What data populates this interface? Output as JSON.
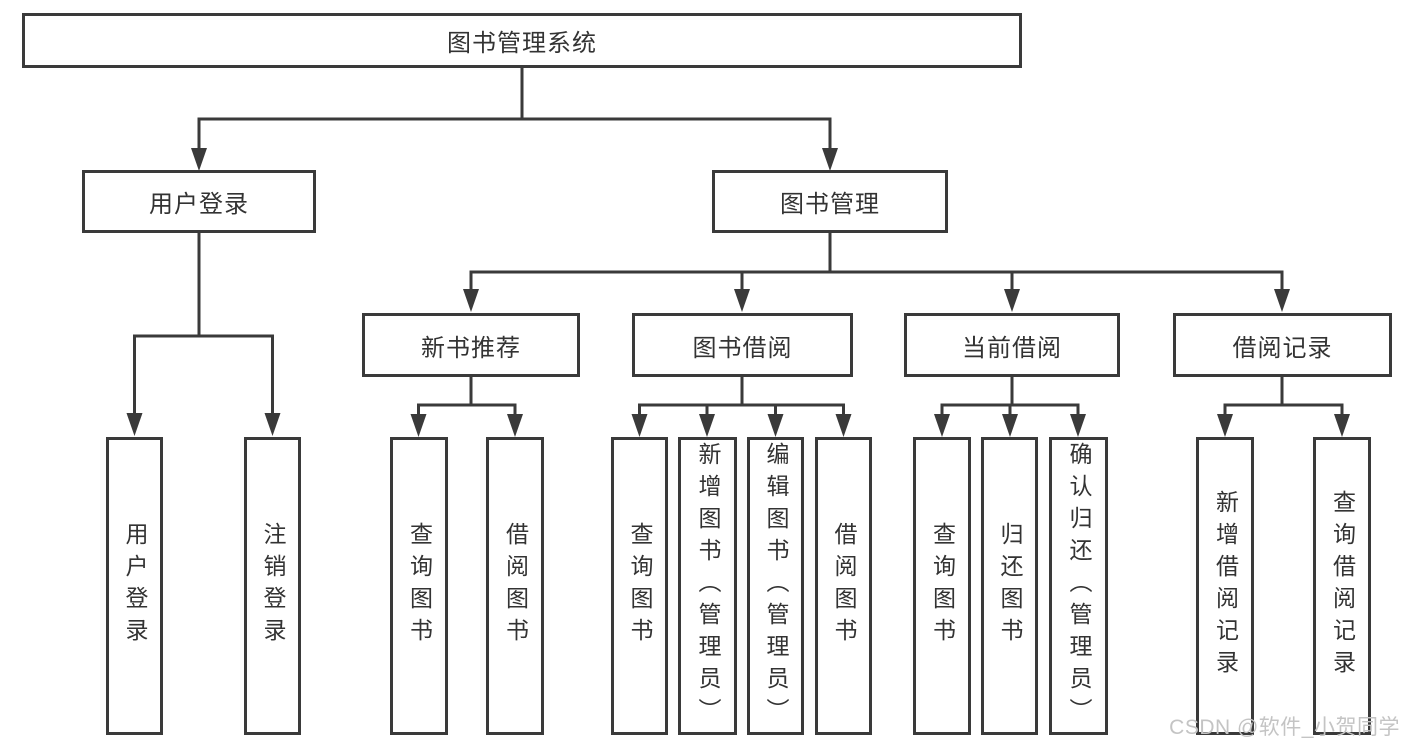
{
  "tree": {
    "label": "图书管理系统",
    "children": [
      {
        "label": "用户登录",
        "children": [
          {
            "label": "用户登录"
          },
          {
            "label": "注销登录"
          }
        ]
      },
      {
        "label": "图书管理",
        "children": [
          {
            "label": "新书推荐",
            "children": [
              {
                "label": "查询图书"
              },
              {
                "label": "借阅图书"
              }
            ]
          },
          {
            "label": "图书借阅",
            "children": [
              {
                "label": "查询图书"
              },
              {
                "label": "新增图书（管理员）"
              },
              {
                "label": "编辑图书（管理员）"
              },
              {
                "label": "借阅图书"
              }
            ]
          },
          {
            "label": "当前借阅",
            "children": [
              {
                "label": "查询图书"
              },
              {
                "label": "归还图书"
              },
              {
                "label": "确认归还（管理员）"
              }
            ]
          },
          {
            "label": "借阅记录",
            "children": [
              {
                "label": "新增借阅记录"
              },
              {
                "label": "查询借阅记录"
              }
            ]
          }
        ]
      }
    ]
  },
  "watermark": {
    "text": "CSDN @软件_小贺同学"
  },
  "colors": {
    "line": "#3a3a3a",
    "text": "#333333",
    "watermark": "#c4c4c4",
    "background": "#ffffff"
  }
}
